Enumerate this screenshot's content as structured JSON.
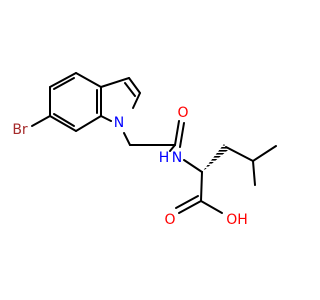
{
  "molecule": {
    "atoms": {
      "bromine": "Br",
      "indole_nitrogen": "N",
      "carbonyl_oxygen": "O",
      "amide_nitrogen": "N",
      "amide_hydrogen": "H",
      "acid_oxygen": "O",
      "hydroxyl": "OH"
    }
  },
  "colors": {
    "carbon_bond": "#000000",
    "nitrogen": "#0000ff",
    "oxygen": "#ff0000",
    "bromine": "#a52a2a"
  }
}
